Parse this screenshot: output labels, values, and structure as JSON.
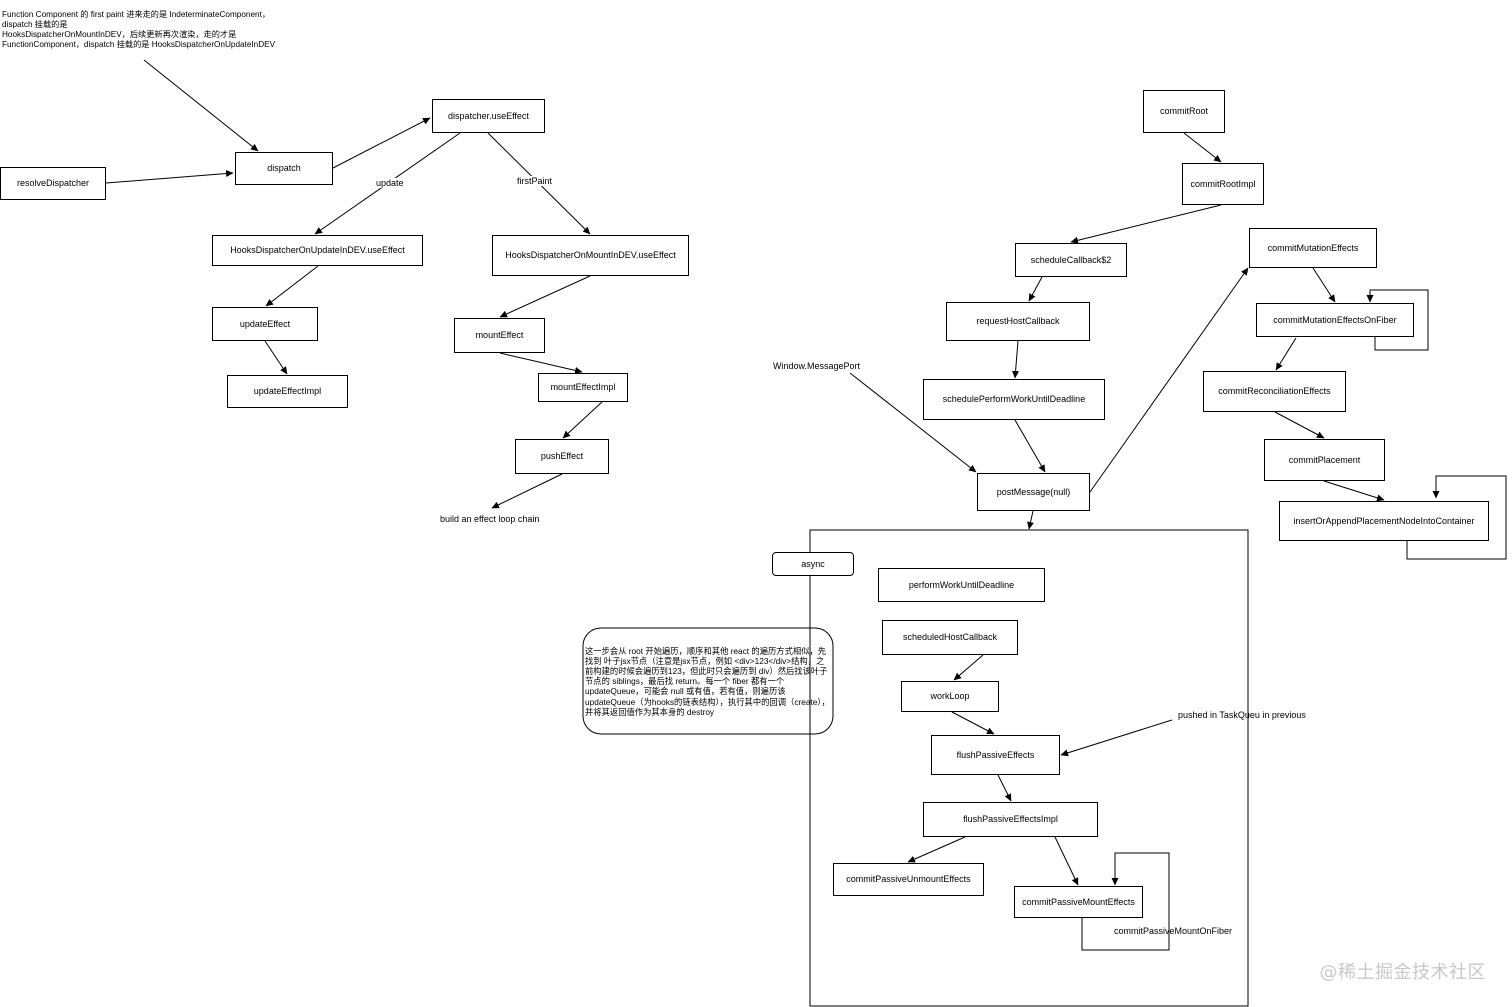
{
  "nodes": {
    "resolveDispatcher": "resolveDispatcher",
    "dispatch": "dispatch",
    "dispatcherUseEffect": "dispatcher.useEffect",
    "updateUseEffect": "HooksDispatcherOnUpdateInDEV.useEffect",
    "mountUseEffect": "HooksDispatcherOnMountInDEV.useEffect",
    "updateEffect": "updateEffect",
    "updateEffectImpl": "updateEffectImpl",
    "mountEffect": "mountEffect",
    "mountEffectImpl": "mountEffectImpl",
    "pushEffect": "pushEffect",
    "commitRoot": "commitRoot",
    "commitRootImpl": "commitRootImpl",
    "scheduleCallback": "scheduleCallback$2",
    "requestHostCallback": "requestHostCallback",
    "schedulePerformWorkUntilDeadline": "schedulePerformWorkUntilDeadline",
    "postMessage": "postMessage(null)",
    "commitMutationEffects": "commitMutationEffects",
    "commitMutationEffectsOnFiber": "commitMutationEffectsOnFiber",
    "commitReconciliationEffects": "commitReconciliationEffects",
    "commitPlacement": "commitPlacement",
    "insertOrAppend": "insertOrAppendPlacementNodeIntoContainer",
    "async": "async",
    "performWorkUntilDeadline": "performWorkUntilDeadline",
    "scheduledHostCallback": "scheduledHostCallback",
    "workLoop": "workLoop",
    "flushPassiveEffects": "flushPassiveEffects",
    "flushPassiveEffectsImpl": "flushPassiveEffectsImpl",
    "commitPassiveUnmountEffects": "commitPassiveUnmountEffects",
    "commitPassiveMountEffects": "commitPassiveMountEffects"
  },
  "labels": {
    "update": "update",
    "firstPaint": "firstPaint",
    "buildChain": "build an effect loop chain",
    "windowMessagePort": "Window.MessagePort",
    "pushedInTaskQueue": "pushed in TaskQueu in previous",
    "commitPassiveMountOnFiber": "commitPassiveMountOnFiber"
  },
  "notes": {
    "topNote": "Function Component 的 first paint 进来走的是 IndeterminateComponent，\ndispatch 挂载的是\nHooksDispatcherOnMountInDEV，后续更新再次渲染，走的才是\nFunctionComponent，dispatch 挂载的是 HooksDispatcherOnUpdateInDEV",
    "traversalNote": "这一步会从 root 开始遍历，顺序和其他 react 的遍历方式相似，先找到 叶子jsx节点（注意是jsx节点，例如 <div>123</div>结构，之前构建的时候会遍历到123，但此时只会遍历到 div）然后找该叶子节点的 siblings，最后找 return。每一个 fiber 都有一个 updateQueue，可能会 null 或有值，若有值，则遍历该 updateQueue（为hooks的链表结构），执行其中的回调（create），并将其返回值作为其本身的 destroy"
  },
  "watermark": "@稀土掘金技术社区"
}
